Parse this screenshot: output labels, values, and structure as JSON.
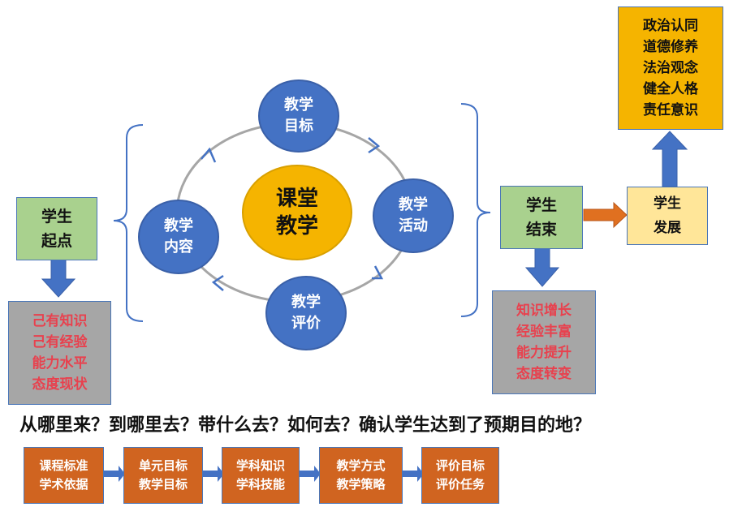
{
  "start": {
    "line1": "学生",
    "line2": "起点"
  },
  "start_items": [
    "己有知识",
    "己有经验",
    "能力水平",
    "态度现状"
  ],
  "cycle": {
    "center": {
      "line1": "课堂",
      "line2": "教学"
    },
    "goal": {
      "line1": "教学",
      "line2": "目标"
    },
    "activity": {
      "line1": "教学",
      "line2": "活动"
    },
    "evaluation": {
      "line1": "教学",
      "line2": "评价"
    },
    "content": {
      "line1": "教学",
      "line2": "内容"
    }
  },
  "end": {
    "line1": "学生",
    "line2": "结束"
  },
  "end_items": [
    "知识增长",
    "经验丰富",
    "能力提升",
    "态度转变"
  ],
  "development": {
    "line1": "学生",
    "line2": "发展"
  },
  "literacy": [
    "政治认同",
    "道德修养",
    "法治观念",
    "健全人格",
    "责任意识"
  ],
  "question": "从哪里来？到哪里去？带什么去？如何去？确认学生达到了预期目的地？",
  "flow": [
    {
      "line1": "课程标准",
      "line2": "学术依据"
    },
    {
      "line1": "单元目标",
      "line2": "教学目标"
    },
    {
      "line1": "学科知识",
      "line2": "学科技能"
    },
    {
      "line1": "教学方式",
      "line2": "教学策略"
    },
    {
      "line1": "评价目标",
      "line2": "评价任务"
    }
  ],
  "colors": {
    "green_box": "#a9d18e",
    "gray_box": "#a6a6a6",
    "red_text": "#e8414e",
    "gold": "#f5b400",
    "cream": "#ffe699",
    "orange": "#d06420",
    "blue_circle": "#4472c4",
    "arrow_blue": "#4472c4"
  }
}
